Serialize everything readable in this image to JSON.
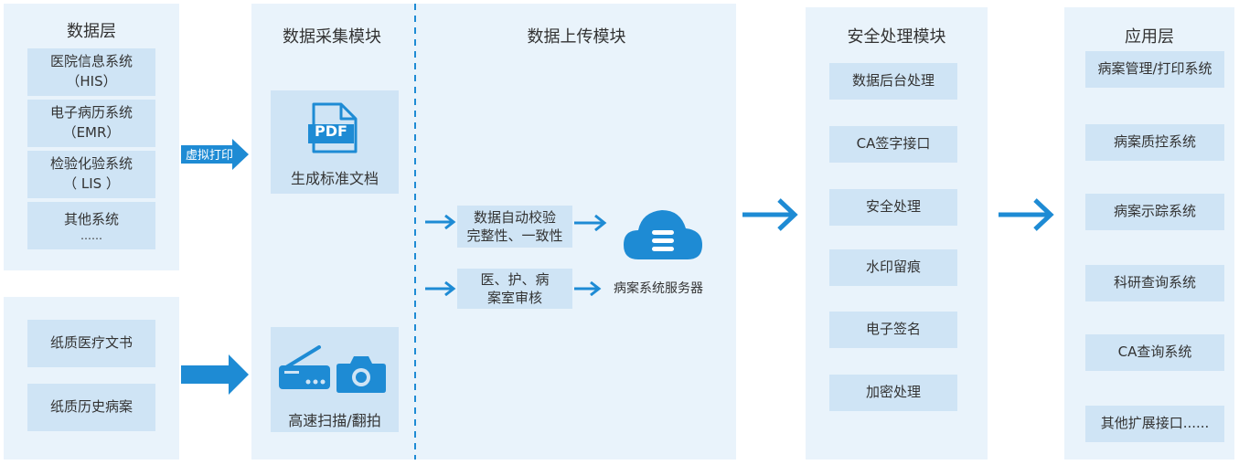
{
  "data_layer": {
    "title": "数据层",
    "systems": [
      {
        "name": "医院信息系统",
        "sub": "（HIS）"
      },
      {
        "name": "电子病历系统",
        "sub": "（EMR）"
      },
      {
        "name": "检验化验系统",
        "sub": "（ LIS ）"
      },
      {
        "name": "其他系统",
        "sub": "……"
      }
    ],
    "paper": [
      "纸质医疗文书",
      "纸质历史病案"
    ]
  },
  "virtual_print_label": "虚拟打印",
  "collect": {
    "title": "数据采集模块",
    "pdf_text": "PDF",
    "generate_label": "生成标准文档",
    "scan_label": "高速扫描/翻拍"
  },
  "upload": {
    "title": "数据上传模块",
    "verify": {
      "line1": "数据自动校验",
      "line2": "完整性、一致性"
    },
    "review": {
      "line1": "医、护、病",
      "line2": "案室审核"
    },
    "server_label": "病案系统服务器"
  },
  "security": {
    "title": "安全处理模块",
    "items": [
      "数据后台处理",
      "CA签字接口",
      "安全处理",
      "水印留痕",
      "电子签名",
      "加密处理"
    ]
  },
  "app_layer": {
    "title": "应用层",
    "items": [
      "病案管理/打印系统",
      "病案质控系统",
      "病案示踪系统",
      "科研查询系统",
      "CA查询系统",
      "其他扩展接口......"
    ]
  },
  "colors": {
    "panel": "#e9f3fb",
    "box": "#cfe4f5",
    "accent": "#1e8bd4"
  }
}
